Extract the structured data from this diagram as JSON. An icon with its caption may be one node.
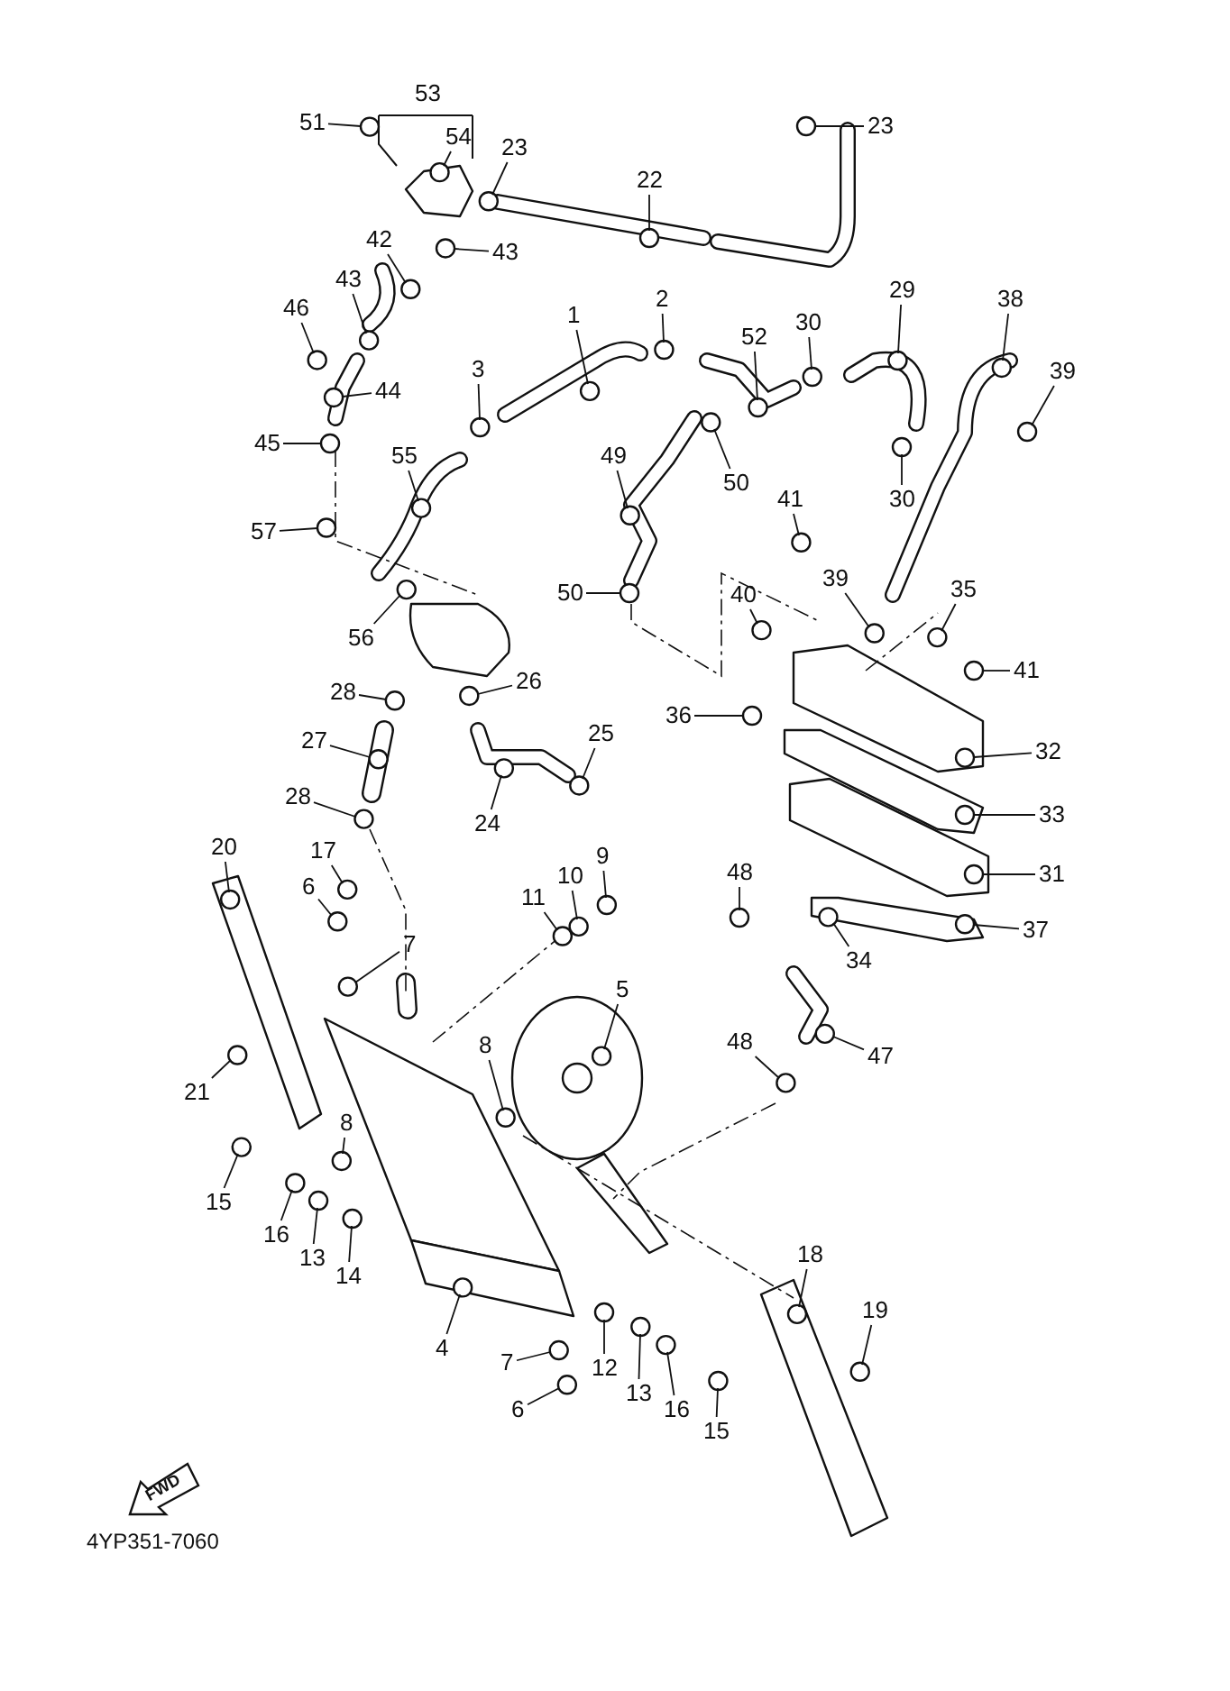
{
  "diagram": {
    "nodes": [
      {
        "text": [
          "51"
        ]
      },
      {
        "text": [
          "53"
        ]
      },
      {
        "text": [
          "54"
        ]
      },
      {
        "text": [
          "23"
        ]
      },
      {
        "text": [
          "22"
        ]
      },
      {
        "text": [
          "23"
        ]
      },
      {
        "text": [
          "43"
        ]
      },
      {
        "text": [
          "42"
        ]
      },
      {
        "text": [
          "43"
        ]
      },
      {
        "text": [
          "46"
        ]
      },
      {
        "text": [
          "44"
        ]
      },
      {
        "text": [
          "45"
        ]
      },
      {
        "text": [
          "1"
        ]
      },
      {
        "text": [
          "2"
        ]
      },
      {
        "text": [
          "3"
        ]
      },
      {
        "text": [
          "52"
        ]
      },
      {
        "text": [
          "30"
        ]
      },
      {
        "text": [
          "29"
        ]
      },
      {
        "text": [
          "38"
        ]
      },
      {
        "text": [
          "39"
        ]
      },
      {
        "text": [
          "30"
        ]
      },
      {
        "text": [
          "55"
        ]
      },
      {
        "text": [
          "49"
        ]
      },
      {
        "text": [
          "50"
        ]
      },
      {
        "text": [
          "57"
        ]
      },
      {
        "text": [
          "41"
        ]
      },
      {
        "text": [
          "50"
        ]
      },
      {
        "text": [
          "40"
        ]
      },
      {
        "text": [
          "39"
        ]
      },
      {
        "text": [
          "35"
        ]
      },
      {
        "text": [
          "56"
        ]
      },
      {
        "text": [
          "41"
        ]
      },
      {
        "text": [
          "28"
        ]
      },
      {
        "text": [
          "26"
        ]
      },
      {
        "text": [
          "36"
        ]
      },
      {
        "text": [
          "25"
        ]
      },
      {
        "text": [
          "27"
        ]
      },
      {
        "text": [
          "32"
        ]
      },
      {
        "text": [
          "28"
        ]
      },
      {
        "text": [
          "33"
        ]
      },
      {
        "text": [
          "24"
        ]
      },
      {
        "text": [
          "20"
        ]
      },
      {
        "text": [
          "17"
        ]
      },
      {
        "text": [
          "9"
        ]
      },
      {
        "text": [
          "48"
        ]
      },
      {
        "text": [
          "31"
        ]
      },
      {
        "text": [
          "10"
        ]
      },
      {
        "text": [
          "6"
        ]
      },
      {
        "text": [
          "11"
        ]
      },
      {
        "text": [
          "37"
        ]
      },
      {
        "text": [
          "7"
        ]
      },
      {
        "text": [
          "34"
        ]
      },
      {
        "text": [
          "5"
        ]
      },
      {
        "text": [
          "48"
        ]
      },
      {
        "text": [
          "8"
        ]
      },
      {
        "text": [
          "47"
        ]
      },
      {
        "text": [
          "21"
        ]
      },
      {
        "text": [
          "8"
        ]
      },
      {
        "text": [
          "15"
        ]
      },
      {
        "text": [
          "16"
        ]
      },
      {
        "text": [
          "18"
        ]
      },
      {
        "text": [
          "13"
        ]
      },
      {
        "text": [
          "14"
        ]
      },
      {
        "text": [
          "19"
        ]
      },
      {
        "text": [
          "4"
        ]
      },
      {
        "text": [
          "7"
        ]
      },
      {
        "text": [
          "12"
        ]
      },
      {
        "text": [
          "13"
        ]
      },
      {
        "text": [
          "6"
        ]
      },
      {
        "text": [
          "16"
        ]
      },
      {
        "text": [
          "15"
        ]
      },
      {
        "text": [],
        "shape": "circle"
      },
      {
        "text": [],
        "shape": "circle"
      },
      {
        "text": [],
        "shape": "circle"
      },
      {
        "text": [],
        "shape": "circle"
      },
      {
        "text": [],
        "shape": "circle"
      },
      {
        "text": [],
        "shape": "circle"
      },
      {
        "text": [],
        "shape": "circle"
      },
      {
        "text": [],
        "shape": "circle"
      },
      {
        "text": [],
        "shape": "circle"
      },
      {
        "text": [],
        "shape": "circle"
      },
      {
        "text": [],
        "shape": "circle"
      },
      {
        "text": [],
        "shape": "circle"
      },
      {
        "text": [],
        "shape": "circle"
      },
      {
        "text": [],
        "shape": "circle"
      },
      {
        "text": [],
        "shape": "circle"
      },
      {
        "text": [],
        "shape": "circle"
      },
      {
        "text": [],
        "shape": "circle"
      },
      {
        "text": [],
        "shape": "circle"
      },
      {
        "text": [],
        "shape": "circle"
      },
      {
        "text": [],
        "shape": "circle"
      },
      {
        "text": [],
        "shape": "circle"
      },
      {
        "text": [],
        "shape": "circle"
      },
      {
        "text": [],
        "shape": "circle"
      },
      {
        "text": [],
        "shape": "circle"
      },
      {
        "text": [],
        "shape": "circle"
      },
      {
        "text": [],
        "shape": "circle"
      },
      {
        "text": [],
        "shape": "circle"
      },
      {
        "text": [],
        "shape": "circle"
      },
      {
        "text": [],
        "shape": "circle"
      },
      {
        "text": [],
        "shape": "circle"
      },
      {
        "text": [],
        "shape": "circle"
      },
      {
        "text": [],
        "shape": "circle"
      },
      {
        "text": [],
        "shape": "circle"
      },
      {
        "text": [],
        "shape": "circle"
      },
      {
        "text": [],
        "shape": "circle"
      },
      {
        "text": [],
        "shape": "circle"
      },
      {
        "text": [],
        "shape": "circle"
      },
      {
        "text": [],
        "shape": "circle"
      },
      {
        "text": [],
        "shape": "circle"
      },
      {
        "text": [],
        "shape": "circle"
      },
      {
        "text": [],
        "shape": "circle"
      },
      {
        "text": [],
        "shape": "circle"
      },
      {
        "text": [],
        "shape": "circle"
      },
      {
        "text": [],
        "shape": "circle"
      },
      {
        "text": [],
        "shape": "circle"
      },
      {
        "text": [],
        "shape": "circle"
      },
      {
        "text": [],
        "shape": "circle"
      },
      {
        "text": [],
        "shape": "circle"
      },
      {
        "text": [],
        "shape": "circle"
      },
      {
        "text": [],
        "shape": "circle"
      },
      {
        "text": [],
        "shape": "circle"
      },
      {
        "text": [],
        "shape": "circle"
      },
      {
        "text": [],
        "shape": "circle"
      },
      {
        "text": [],
        "shape": "circle"
      },
      {
        "text": [],
        "shape": "circle"
      },
      {
        "text": [],
        "shape": "circle"
      },
      {
        "text": [],
        "shape": "circle"
      },
      {
        "text": [],
        "shape": "circle"
      },
      {
        "text": [],
        "shape": "circle"
      },
      {
        "text": [],
        "shape": "circle"
      },
      {
        "text": [],
        "shape": "circle"
      },
      {
        "text": [],
        "shape": "circle"
      },
      {
        "text": [],
        "shape": "circle"
      },
      {
        "text": [],
        "shape": "circle"
      },
      {
        "text": [],
        "shape": "circle"
      },
      {
        "text": [],
        "shape": "circle"
      },
      {
        "text": [],
        "shape": "circle"
      },
      {
        "text": [],
        "shape": "circle"
      },
      {
        "text": [],
        "shape": "circle"
      },
      {
        "text": [],
        "shape": "circle"
      }
    ],
    "edges": [
      {
        "from": 0,
        "to": 71,
        "arrow": "none"
      },
      {
        "from": 2,
        "to": 72,
        "arrow": "none"
      },
      {
        "from": 3,
        "to": 73,
        "arrow": "none"
      },
      {
        "from": 4,
        "to": 74,
        "arrow": "none"
      },
      {
        "from": 5,
        "to": 75,
        "arrow": "none"
      },
      {
        "from": 6,
        "to": 76,
        "arrow": "none"
      },
      {
        "from": 7,
        "to": 77,
        "arrow": "none"
      },
      {
        "from": 8,
        "to": 78,
        "arrow": "none"
      },
      {
        "from": 9,
        "to": 79,
        "arrow": "none"
      },
      {
        "from": 10,
        "to": 80,
        "arrow": "none"
      },
      {
        "from": 11,
        "to": 81,
        "arrow": "none"
      },
      {
        "from": 12,
        "to": 82,
        "arrow": "none"
      },
      {
        "from": 13,
        "to": 83,
        "arrow": "none"
      },
      {
        "from": 14,
        "to": 84,
        "arrow": "none"
      },
      {
        "from": 15,
        "to": 85,
        "arrow": "none"
      },
      {
        "from": 16,
        "to": 86,
        "arrow": "none"
      },
      {
        "from": 17,
        "to": 87,
        "arrow": "none"
      },
      {
        "from": 18,
        "to": 88,
        "arrow": "none"
      },
      {
        "from": 19,
        "to": 89,
        "arrow": "none"
      },
      {
        "from": 20,
        "to": 90,
        "arrow": "none"
      },
      {
        "from": 21,
        "to": 91,
        "arrow": "none"
      },
      {
        "from": 22,
        "to": 92,
        "arrow": "none"
      },
      {
        "from": 23,
        "to": 93,
        "arrow": "none"
      },
      {
        "from": 24,
        "to": 94,
        "arrow": "none"
      },
      {
        "from": 25,
        "to": 95,
        "arrow": "none"
      },
      {
        "from": 26,
        "to": 96,
        "arrow": "none"
      },
      {
        "from": 27,
        "to": 97,
        "arrow": "none"
      },
      {
        "from": 28,
        "to": 98,
        "arrow": "none"
      },
      {
        "from": 29,
        "to": 99,
        "arrow": "none"
      },
      {
        "from": 30,
        "to": 100,
        "arrow": "none"
      },
      {
        "from": 31,
        "to": 101,
        "arrow": "none"
      },
      {
        "from": 32,
        "to": 102,
        "arrow": "none"
      },
      {
        "from": 33,
        "to": 103,
        "arrow": "none"
      },
      {
        "from": 34,
        "to": 104,
        "arrow": "none"
      },
      {
        "from": 35,
        "to": 105,
        "arrow": "none"
      },
      {
        "from": 36,
        "to": 106,
        "arrow": "none"
      },
      {
        "from": 37,
        "to": 107,
        "arrow": "none"
      },
      {
        "from": 38,
        "to": 108,
        "arrow": "none"
      },
      {
        "from": 39,
        "to": 109,
        "arrow": "none"
      },
      {
        "from": 40,
        "to": 110,
        "arrow": "none"
      },
      {
        "from": 41,
        "to": 111,
        "arrow": "none"
      },
      {
        "from": 42,
        "to": 112,
        "arrow": "none"
      },
      {
        "from": 43,
        "to": 113,
        "arrow": "none"
      },
      {
        "from": 44,
        "to": 114,
        "arrow": "none"
      },
      {
        "from": 45,
        "to": 115,
        "arrow": "none"
      },
      {
        "from": 46,
        "to": 116,
        "arrow": "none"
      },
      {
        "from": 47,
        "to": 117,
        "arrow": "none"
      },
      {
        "from": 48,
        "to": 118,
        "arrow": "none"
      },
      {
        "from": 49,
        "to": 119,
        "arrow": "none"
      },
      {
        "from": 50,
        "to": 120,
        "arrow": "none"
      },
      {
        "from": 51,
        "to": 121,
        "arrow": "none"
      },
      {
        "from": 52,
        "to": 122,
        "arrow": "none"
      },
      {
        "from": 53,
        "to": 123,
        "arrow": "none"
      },
      {
        "from": 54,
        "to": 124,
        "arrow": "none"
      },
      {
        "from": 55,
        "to": 125,
        "arrow": "none"
      },
      {
        "from": 56,
        "to": 126,
        "arrow": "none"
      },
      {
        "from": 57,
        "to": 127,
        "arrow": "none"
      },
      {
        "from": 58,
        "to": 128,
        "arrow": "none"
      },
      {
        "from": 59,
        "to": 129,
        "arrow": "none"
      },
      {
        "from": 60,
        "to": 130,
        "arrow": "none"
      },
      {
        "from": 61,
        "to": 131,
        "arrow": "none"
      },
      {
        "from": 62,
        "to": 132,
        "arrow": "none"
      },
      {
        "from": 63,
        "to": 133,
        "arrow": "none"
      },
      {
        "from": 64,
        "to": 134,
        "arrow": "none"
      },
      {
        "from": 65,
        "to": 135,
        "arrow": "none"
      },
      {
        "from": 66,
        "to": 136,
        "arrow": "none"
      },
      {
        "from": 67,
        "to": 137,
        "arrow": "none"
      },
      {
        "from": 68,
        "to": 138,
        "arrow": "none"
      },
      {
        "from": 69,
        "to": 139,
        "arrow": "none"
      },
      {
        "from": 70,
        "to": 140,
        "arrow": "none"
      }
    ],
    "labels": [
      "FWD",
      "4YP351-7060"
    ]
  }
}
